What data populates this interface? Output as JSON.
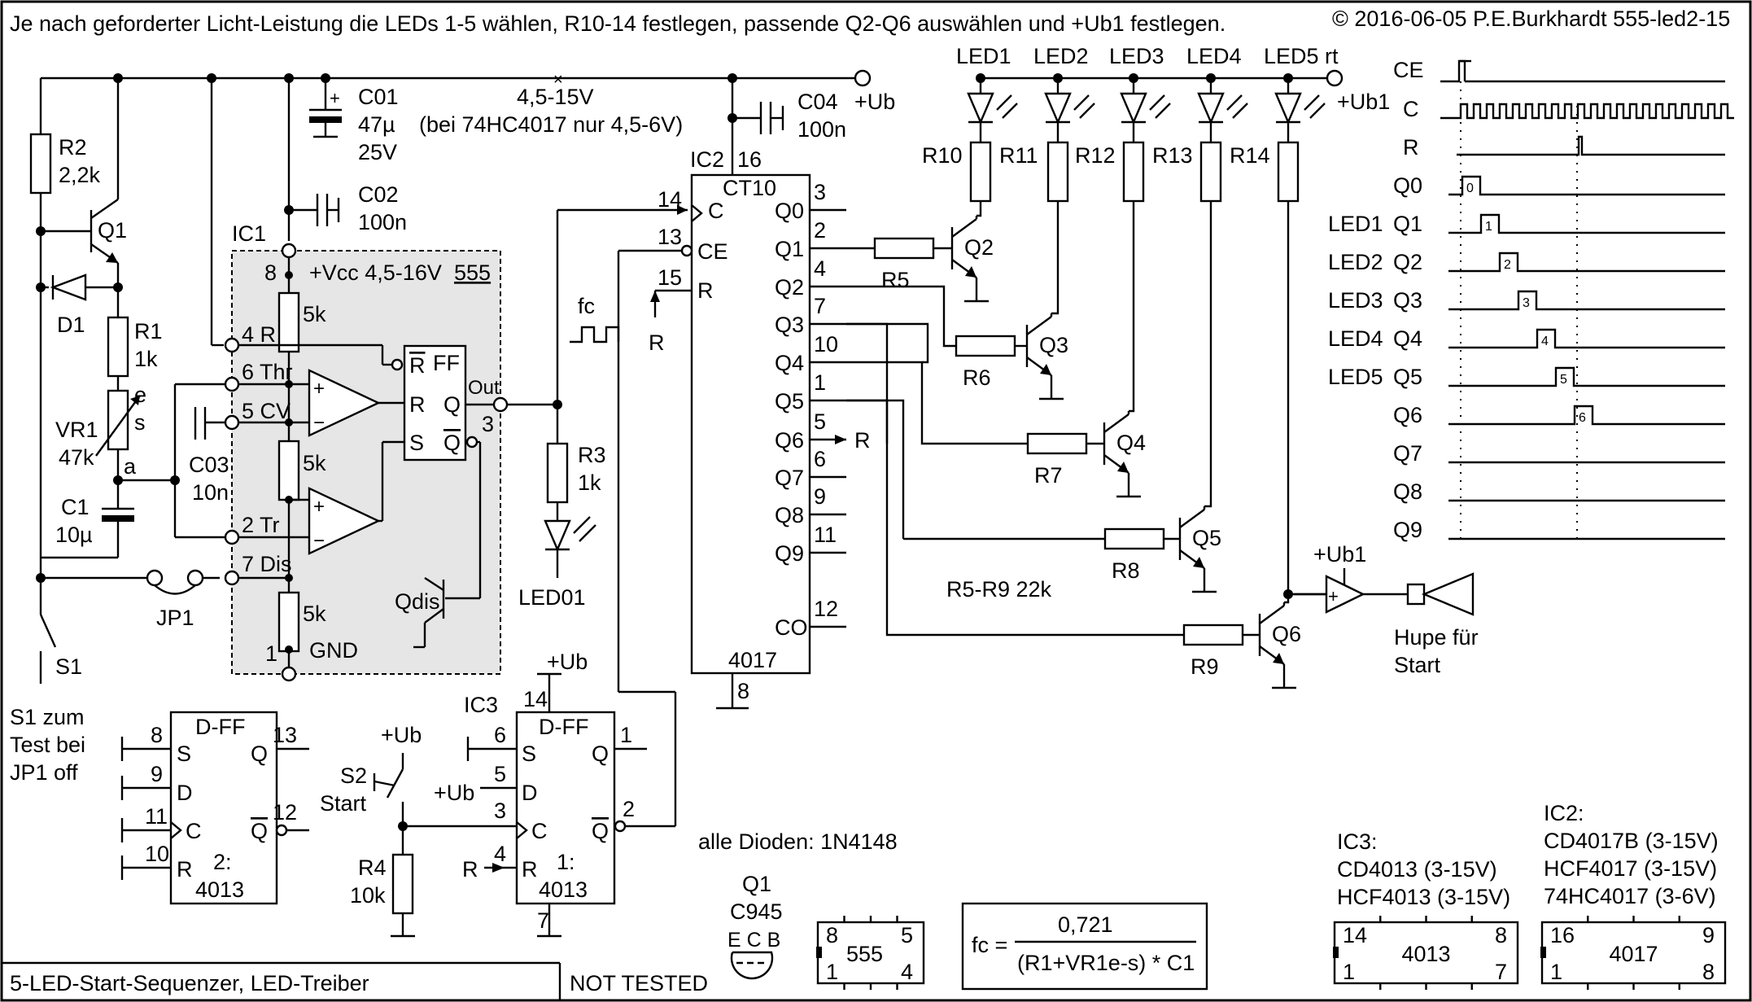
{
  "header": {
    "title": "Je nach geforderter Licht-Leistung die LEDs 1-5 wählen, R10-14 festlegen,  passende Q2-Q6 auswählen und +Ub1 festlegen.",
    "copyright": "© 2016-06-05 P.E.Burkhardt 555-led2-15"
  },
  "footer": {
    "caption": "5-LED-Start-Sequenzer, LED-Treiber",
    "status": "NOT TESTED"
  },
  "supply": {
    "range": "4,5-15V",
    "range_note": "(bei 74HC4017 nur 4,5-6V)",
    "ub": "+Ub",
    "ub1": "+Ub1",
    "ub1_small": "+Ub1"
  },
  "caps": {
    "c01_name": "C01",
    "c01_val1": "47µ",
    "c01_val2": "25V",
    "c02_name": "C02",
    "c02_val": "100n",
    "c03_name": "C03",
    "c03_val": "10n",
    "c04_name": "C04",
    "c04_val": "100n",
    "c1_name": "C1",
    "c1_val": "10µ"
  },
  "left": {
    "r2": "R2",
    "r2_val": "2,2k",
    "q1": "Q1",
    "d1": "D1",
    "r1": "R1",
    "r1_val": "1k",
    "vr1": "VR1",
    "vr1_val": "47k",
    "e": "e",
    "s": "s",
    "a": "a",
    "jp1": "JP1",
    "s1": "S1",
    "s1_note1": "S1 zum",
    "s1_note2": "Test bei",
    "s1_note3": "JP1 off"
  },
  "ic555": {
    "name": "IC1",
    "type": "555",
    "p8": "8",
    "vcc": "+Vcc  4,5-16V",
    "r5k": "5k",
    "p4": "4 R",
    "p6": "6 Thr",
    "p5": "5 CV",
    "p2": "2 Tr",
    "p7": "7 Dis",
    "p1": "1",
    "gnd": "GND",
    "ff": "FF",
    "rbar": "R",
    "r": "R",
    "s": "S",
    "q": "Q",
    "qbar": "Q",
    "out": "Out",
    "p3": "3",
    "qdis": "Qdis"
  },
  "osc": {
    "r3": "R3",
    "r3_val": "1k",
    "led01": "LED01",
    "fc": "fc"
  },
  "ic4017": {
    "name": "IC2",
    "p16": "16",
    "ct": "CT10",
    "type": "4017",
    "p8": "8",
    "in_pins": [
      "14",
      "13",
      "15"
    ],
    "in_labels": [
      "C",
      "CE",
      "R"
    ],
    "out_labels": [
      "Q0",
      "Q1",
      "Q2",
      "Q3",
      "Q4",
      "Q5",
      "Q6",
      "Q7",
      "Q8",
      "Q9",
      "CO"
    ],
    "out_pins": [
      "3",
      "2",
      "4",
      "7",
      "10",
      "1",
      "5",
      "6",
      "9",
      "11",
      "12"
    ],
    "r_label": "R",
    "q6r": "R"
  },
  "drivers": {
    "r5": "R5",
    "r6": "R6",
    "r7": "R7",
    "r8": "R8",
    "r9": "R9",
    "q2": "Q2",
    "q3": "Q3",
    "q4": "Q4",
    "q5": "Q5",
    "q6": "Q6",
    "rnote": "R5-R9  22k",
    "r10": "R10",
    "r11": "R11",
    "r12": "R12",
    "r13": "R13",
    "r14": "R14",
    "leds": [
      "LED1",
      "LED2",
      "LED3",
      "LED4",
      "LED5 rt"
    ],
    "horn1": "Hupe für",
    "horn2": "Start"
  },
  "timing": {
    "labels": [
      "CE",
      "C",
      "R",
      "Q0",
      "Q1",
      "Q2",
      "Q3",
      "Q4",
      "Q5",
      "Q6",
      "Q7",
      "Q8",
      "Q9"
    ],
    "leds": [
      "LED1",
      "LED2",
      "LED3",
      "LED4",
      "LED5"
    ],
    "pulse_nums": [
      "0",
      "1",
      "2",
      "3",
      "4",
      "5",
      "6"
    ]
  },
  "ff2": {
    "type": "D-FF",
    "name": "2:",
    "chip": "4013",
    "pins": [
      "8",
      "9",
      "11",
      "10",
      "13",
      "12"
    ],
    "s": "S",
    "d": "D",
    "c": "C",
    "r": "R",
    "q": "Q",
    "qbar": "Q"
  },
  "ff1": {
    "name_ic": "IC3",
    "type": "D-FF",
    "name": "1:",
    "chip": "4013",
    "p14": "14",
    "p7": "7",
    "pins": [
      "6",
      "5",
      "3",
      "4",
      "1",
      "2"
    ],
    "s": "S",
    "d": "D",
    "c": "C",
    "r": "R",
    "q": "Q",
    "qbar": "Q",
    "ub_top": "+Ub",
    "ub_d": "+Ub",
    "r_in": "R"
  },
  "start": {
    "ub": "+Ub",
    "s2": "S2",
    "s2_sub": "Start",
    "r4": "R4",
    "r4_val": "10k"
  },
  "notes": {
    "diodes": "alle Dioden: 1N4148",
    "q1_title": "Q1",
    "q1_type": "C945",
    "q1_pins": "E C B",
    "ic3_title": "IC3:",
    "ic3_l1": "CD4013 (3-15V)",
    "ic3_l2": "HCF4013 (3-15V)",
    "ic2_title": "IC2:",
    "ic2_l1": "CD4017B (3-15V)",
    "ic2_l2": "HCF4017 (3-15V)",
    "ic2_l3": "74HC4017 (3-6V)"
  },
  "packages": [
    {
      "tl": "8",
      "tr": "5",
      "bl": "1",
      "br": "4",
      "name": "555"
    },
    {
      "tl": "14",
      "tr": "8",
      "bl": "1",
      "br": "7",
      "name": "4013"
    },
    {
      "tl": "16",
      "tr": "9",
      "bl": "1",
      "br": "8",
      "name": "4017"
    }
  ],
  "formula": {
    "lhs": "fc =",
    "num": "0,721",
    "den": "(R1+VR1e-s) * C1"
  }
}
